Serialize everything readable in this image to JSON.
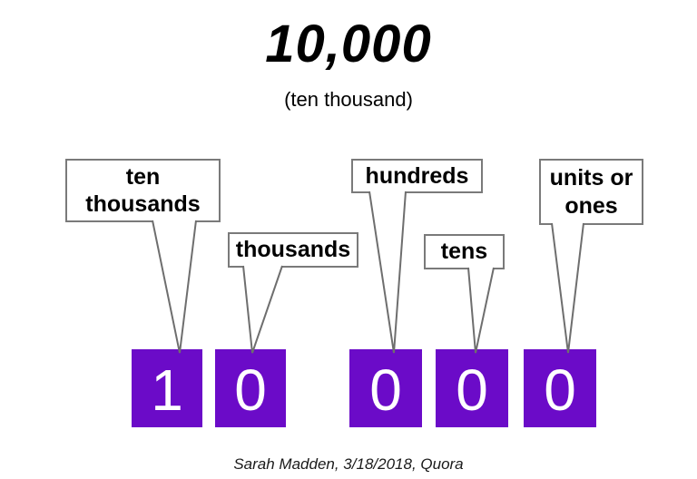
{
  "title": "10,000",
  "subtitle": "(ten thousand)",
  "footer": "Sarah Madden, 3/18/2018, Quora",
  "number_value": "10,000",
  "callouts": [
    {
      "id": "ten-thousands",
      "text": "ten thousands",
      "points_to_digit_index": 0
    },
    {
      "id": "thousands",
      "text": "thousands",
      "points_to_digit_index": 1
    },
    {
      "id": "hundreds",
      "text": "hundreds",
      "points_to_digit_index": 2
    },
    {
      "id": "tens",
      "text": "tens",
      "points_to_digit_index": 3
    },
    {
      "id": "units-or-ones",
      "text": "units or ones",
      "points_to_digit_index": 4
    }
  ],
  "digits": [
    "1",
    "0",
    "0",
    "0",
    "0"
  ],
  "colors": {
    "digit_tile": "#6b0bc8",
    "digit_text": "#ffffff",
    "callout_border": "#7a7a7a",
    "tail_line": "#6e6e6e"
  }
}
